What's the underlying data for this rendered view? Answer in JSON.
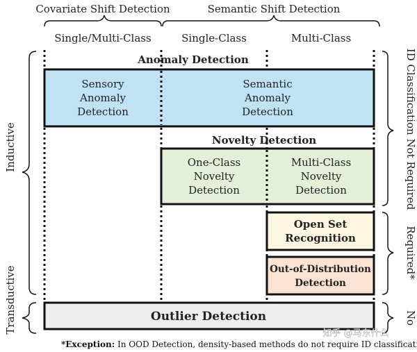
{
  "header": {
    "covariate": "Covariate Shift Detection",
    "semantic": "Semantic Shift Detection",
    "single_multi": "Single/Multi-Class",
    "single": "Single-Class",
    "multi": "Multi-Class"
  },
  "left": {
    "inductive": "Inductive",
    "transductive": "Transductive"
  },
  "right": {
    "not_required": "ID Classification Not Required",
    "required": "Required*",
    "no": "No"
  },
  "boxes": {
    "anomaly_title": "Anomaly Detection",
    "sensory": [
      "Sensory",
      "Anomaly",
      "Detection"
    ],
    "semantic": [
      "Semantic",
      "Anomaly",
      "Detection"
    ],
    "novelty_title": "Novelty Detection",
    "one_class": [
      "One-Class",
      "Novelty",
      "Detection"
    ],
    "multi_class": [
      "Multi-Class",
      "Novelty",
      "Detection"
    ],
    "open_set": [
      "Open Set",
      "Recognition"
    ],
    "ood": [
      "Out-of-Distribution",
      "Detection"
    ],
    "outlier": "Outlier Detection"
  },
  "footnote": {
    "label": "*Exception:",
    "text": " In OOD Detection, density-based methods do not require ID classification"
  },
  "watermark": "知乎 @马东什么",
  "colors": {
    "anomaly_fill": "#bfe3f4",
    "anomaly_title": "#2e7bbd",
    "novelty_fill": "#e3efd6",
    "novelty_title": "#2c9a4a",
    "openset_fill": "#fdf7e2",
    "openset_title": "#c9a227",
    "ood_fill": "#fae3d3",
    "ood_title": "#d06a2a",
    "outlier_fill": "#eeeeee",
    "outlier_title": "#9a9a9a"
  }
}
